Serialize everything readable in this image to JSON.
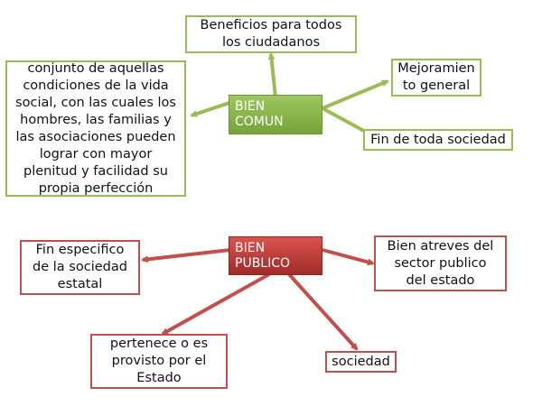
{
  "bien_comun": {
    "title": "BIEN\nCOMUN",
    "color": "#9bbb59",
    "nodes": {
      "beneficios": "Beneficios para todos\nlos ciudadanos",
      "conjunto": "conjunto de aquellas\ncondiciones de la vida\nsocial, con las cuales los\nhombres, las familias y\nlas asociaciones pueden\nlograr con mayor\nplenitud y facilidad su\npropia perfección",
      "mejoramiento": "Mejoramien\nto general",
      "fin": "Fin de toda sociedad"
    }
  },
  "bien_publico": {
    "title": "BIEN\nPUBLICO",
    "color": "#c0504d",
    "nodes": {
      "fin_especifico": "Fin especifico\nde la sociedad\nestatal",
      "sector_publico": "Bien atreves del\nsector publico\ndel estado",
      "provisto": "pertenece o es\nprovisto por el\nEstado",
      "sociedad": "sociedad"
    }
  }
}
